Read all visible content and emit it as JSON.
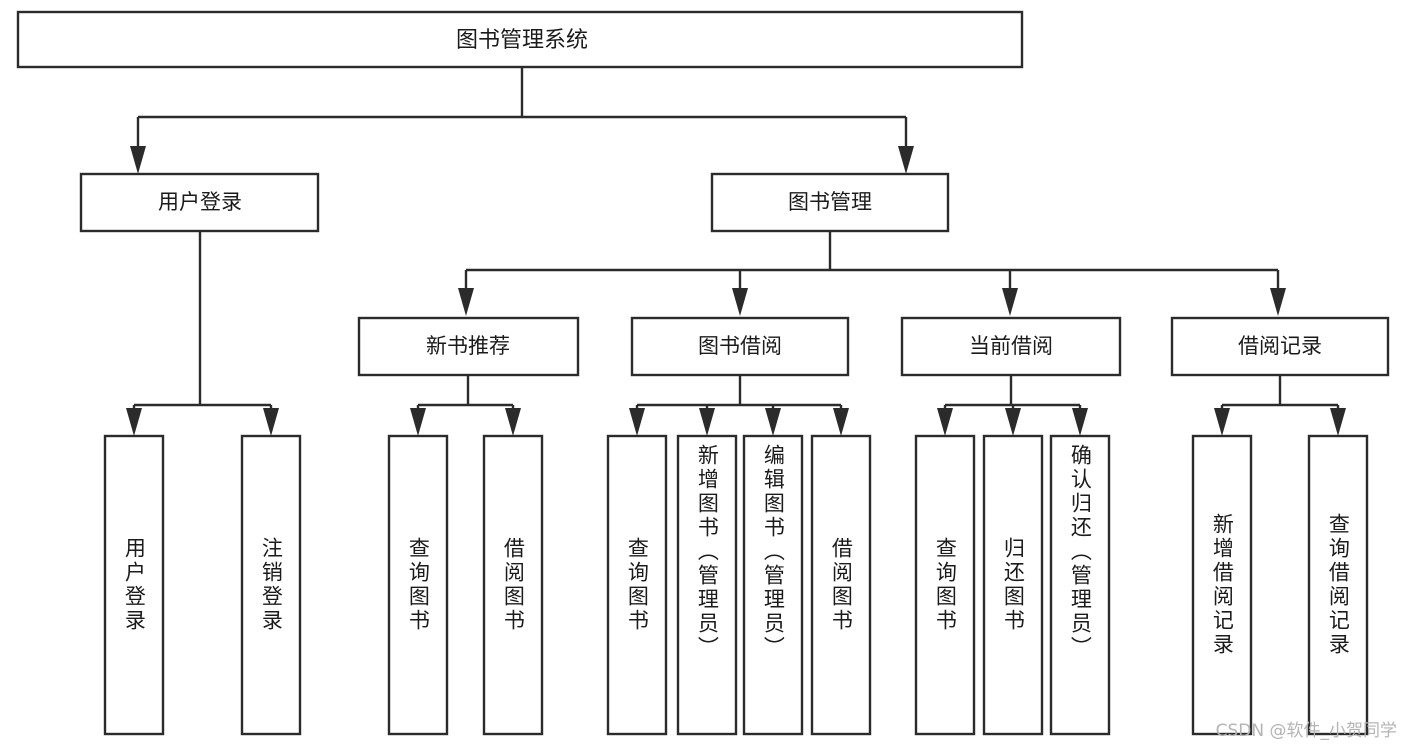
{
  "diagram": {
    "type": "tree",
    "title": "图书管理系统",
    "root": {
      "id": "root",
      "label": "图书管理系统"
    },
    "level2": [
      {
        "id": "user-login",
        "label": "用户登录"
      },
      {
        "id": "book-manage",
        "label": "图书管理"
      }
    ],
    "level3": [
      {
        "id": "new-book-rec",
        "label": "新书推荐",
        "parent": "book-manage"
      },
      {
        "id": "book-borrow",
        "label": "图书借阅",
        "parent": "book-manage"
      },
      {
        "id": "current-borrow",
        "label": "当前借阅",
        "parent": "book-manage"
      },
      {
        "id": "borrow-record",
        "label": "借阅记录",
        "parent": "book-manage"
      }
    ],
    "leaves": {
      "user-login": [
        {
          "id": "leaf-user-login",
          "label": "用户登录"
        },
        {
          "id": "leaf-user-logout",
          "label": "注销登录"
        }
      ],
      "new-book-rec": [
        {
          "id": "leaf-query-book-1",
          "label": "查询图书"
        },
        {
          "id": "leaf-borrow-book-1",
          "label": "借阅图书"
        }
      ],
      "book-borrow": [
        {
          "id": "leaf-query-book-2",
          "label": "查询图书"
        },
        {
          "id": "leaf-add-book",
          "label": "新增图书（管理员）"
        },
        {
          "id": "leaf-edit-book",
          "label": "编辑图书（管理员）"
        },
        {
          "id": "leaf-borrow-book-2",
          "label": "借阅图书"
        }
      ],
      "current-borrow": [
        {
          "id": "leaf-query-book-3",
          "label": "查询图书"
        },
        {
          "id": "leaf-return-book",
          "label": "归还图书"
        },
        {
          "id": "leaf-confirm-return",
          "label": "确认归还（管理员）"
        }
      ],
      "borrow-record": [
        {
          "id": "leaf-add-record",
          "label": "新增借阅记录"
        },
        {
          "id": "leaf-query-record",
          "label": "查询借阅记录"
        }
      ]
    }
  },
  "colors": {
    "stroke": "#2b2b2b",
    "fill": "#ffffff",
    "text": "#1b1b1b",
    "watermark": "#b4b4b4",
    "background": "#ffffff"
  },
  "watermark": {
    "text": "CSDN @软件_小贺同学"
  }
}
